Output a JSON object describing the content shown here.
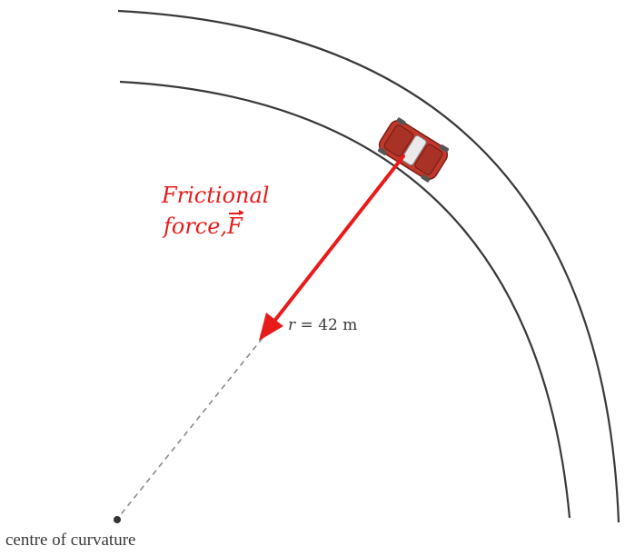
{
  "force_label": {
    "line1": "Frictional",
    "line2_prefix": "force,",
    "vector_symbol": "F"
  },
  "radius_label": {
    "symbol": "r",
    "value_text": " = 42 m"
  },
  "centre_label": "centre of curvature",
  "colors": {
    "force_arrow": "#e81b1b",
    "road_edges": "#3a3a3a",
    "radius_line": "#8a8a8a",
    "car_body": "#c0392b"
  }
}
